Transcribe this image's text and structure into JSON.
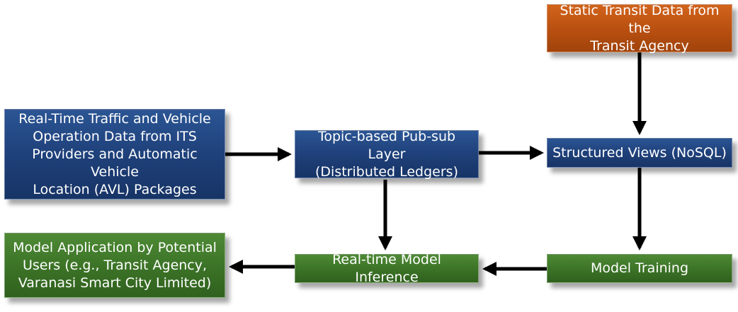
{
  "colors": {
    "blue": "#1e3f78",
    "orange": "#b84f10",
    "green": "#3b7226",
    "arrow": "#000000"
  },
  "nodes": {
    "static_transit": "Static Transit Data from the\nTransit Agency",
    "realtime_traffic": "Real-Time Traffic and Vehicle\nOperation Data from ITS\nProviders and Automatic Vehicle\nLocation (AVL) Packages",
    "pubsub": "Topic-based Pub-sub Layer\n(Distributed Ledgers)",
    "structured_views": "Structured Views (NoSQL)",
    "model_application": "Model Application by Potential\nUsers (e.g., Transit Agency,\nVaranasi Smart City Limited)",
    "realtime_inference": "Real-time Model Inference",
    "model_training": "Model Training"
  },
  "edges": [
    {
      "from": "realtime_traffic",
      "to": "pubsub"
    },
    {
      "from": "pubsub",
      "to": "structured_views"
    },
    {
      "from": "static_transit",
      "to": "structured_views"
    },
    {
      "from": "pubsub",
      "to": "realtime_inference"
    },
    {
      "from": "structured_views",
      "to": "model_training"
    },
    {
      "from": "model_training",
      "to": "realtime_inference"
    },
    {
      "from": "realtime_inference",
      "to": "model_application"
    }
  ]
}
